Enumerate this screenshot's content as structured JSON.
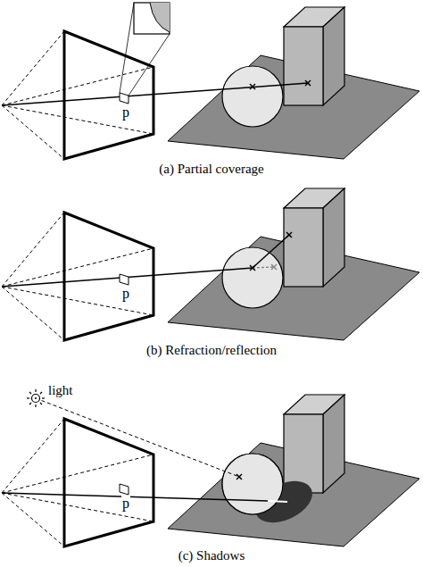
{
  "diagram": {
    "labels": [
      "p",
      "(a) Partial coverage",
      "p",
      "(b) Refraction/reflection",
      "light",
      "p",
      "(c) Shadows"
    ]
  }
}
